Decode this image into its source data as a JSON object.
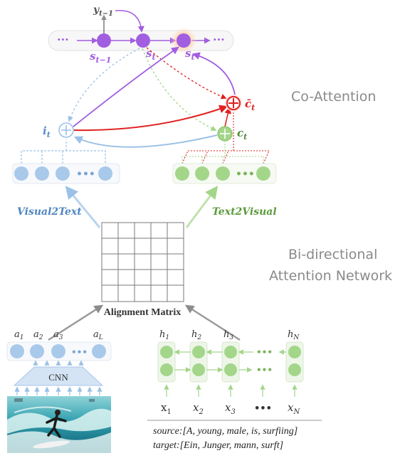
{
  "decoder": {
    "y_prev": {
      "base": "y",
      "sub": "t−1"
    },
    "s_prev": {
      "base": "s",
      "sub": "t−1"
    },
    "s_cur": {
      "base": "s",
      "sub": "t"
    },
    "s_next": {
      "base": "s",
      "sub": "t"
    },
    "dots_left": "···",
    "dots_right": "···"
  },
  "coattention": {
    "label": "Co-Attention",
    "i_t": {
      "base": "i",
      "sub": "t"
    },
    "c_t": {
      "base": "c",
      "sub": "t"
    },
    "cbar_t": {
      "base": "c̄",
      "sub": "t"
    },
    "visual2text": "Visual2Text",
    "text2visual": "Text2Visual"
  },
  "bidirectional": {
    "label_line1": "Bi-directional",
    "label_line2": "Attention Network",
    "alignment_matrix": "Alignment Matrix"
  },
  "image_encoder": {
    "annotations": [
      {
        "base": "a",
        "sub": "1"
      },
      {
        "base": "a",
        "sub": "2"
      },
      {
        "base": "a",
        "sub": "3"
      },
      {
        "base": "a",
        "sub": "L"
      }
    ],
    "cnn": "CNN"
  },
  "text_encoder": {
    "hidden": [
      {
        "base": "h",
        "sub": "1"
      },
      {
        "base": "h",
        "sub": "2"
      },
      {
        "base": "h",
        "sub": "3"
      },
      {
        "base": "h",
        "sub": "N"
      }
    ],
    "inputs": [
      {
        "base": "x",
        "sub": "1"
      },
      {
        "base": "x",
        "sub": "2"
      },
      {
        "base": "x",
        "sub": "3"
      },
      {
        "base": "x",
        "sub": "N"
      }
    ],
    "dots": "•••"
  },
  "caption": {
    "source": "source:[A, young, male, is, surfiing]",
    "target": "target:[Ein, Junger, mann, surft]"
  },
  "colors": {
    "purple": "#a25ee0",
    "blue": "#9cc1e6",
    "green": "#a4d68a",
    "red": "#e02020",
    "gray": "#8c8c8c"
  }
}
